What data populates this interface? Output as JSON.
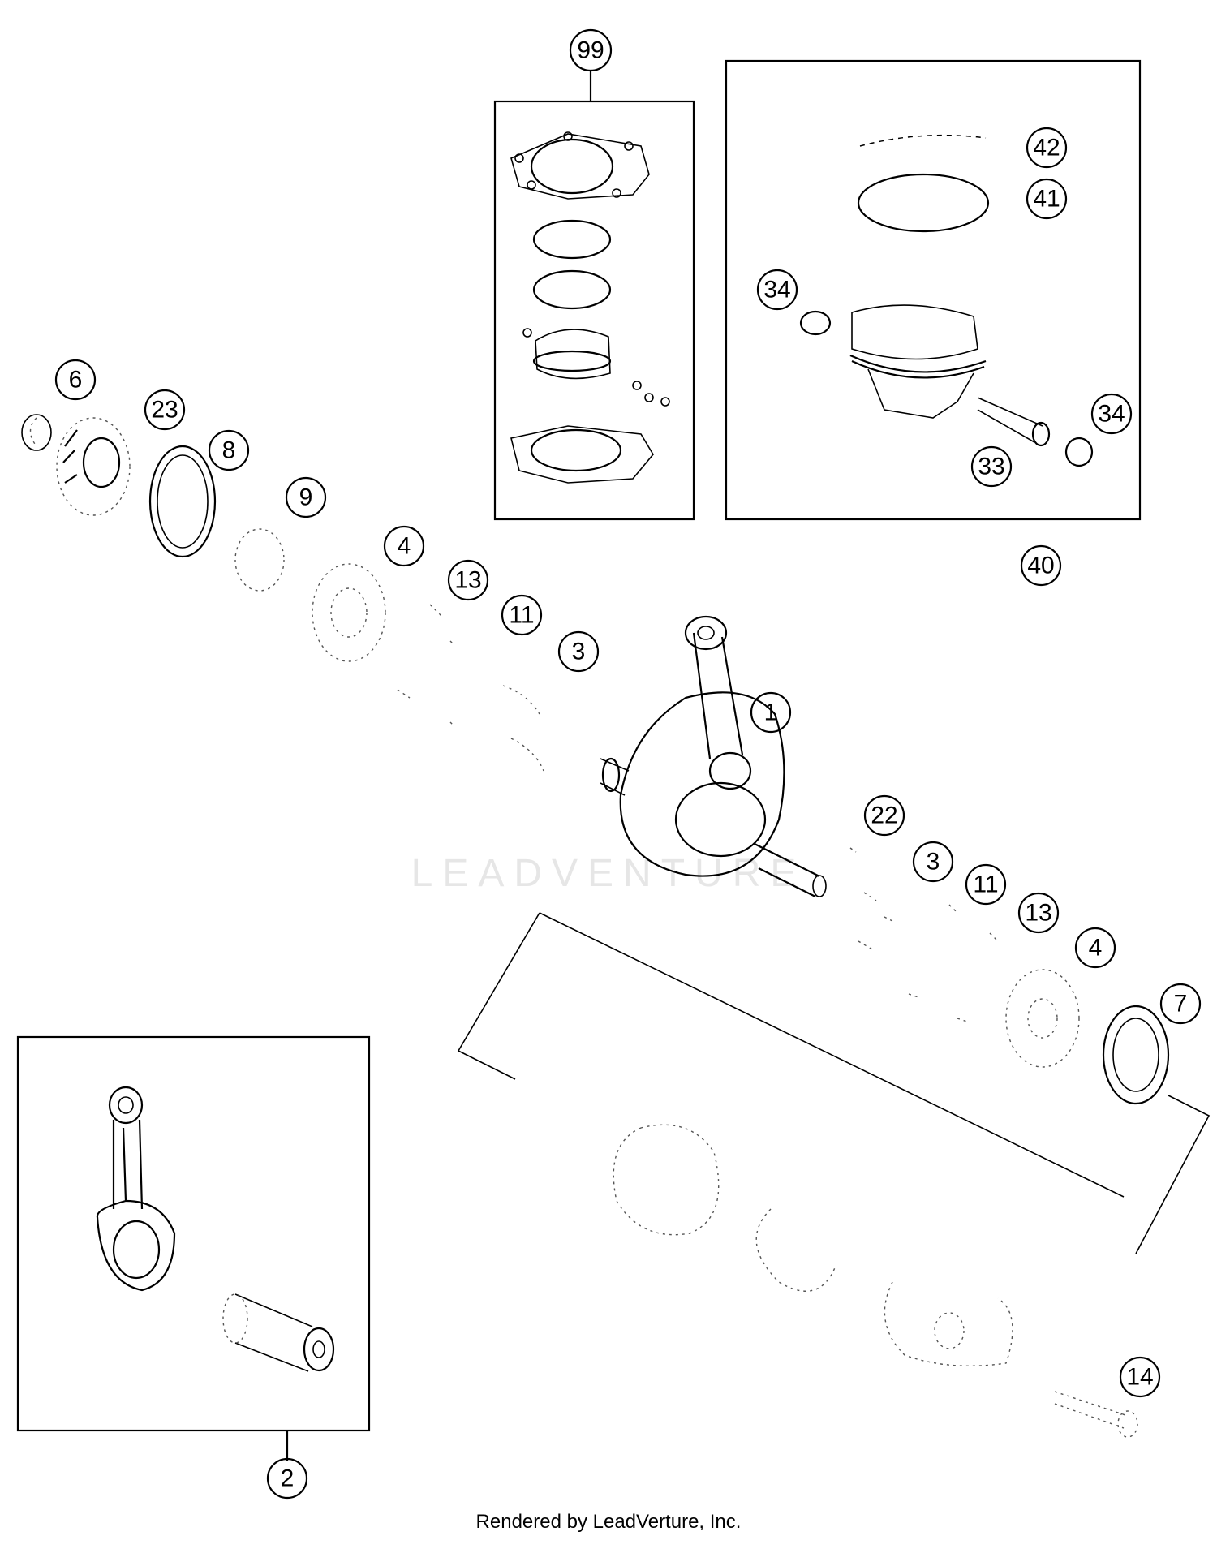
{
  "watermark": "LEADVENTURE",
  "footer": "Rendered by LeadVerture, Inc.",
  "callouts": [
    "99",
    "42",
    "41",
    "34",
    "34",
    "33",
    "40",
    "6",
    "23",
    "8",
    "9",
    "4",
    "13",
    "11",
    "3",
    "1",
    "22",
    "3",
    "11",
    "13",
    "4",
    "7",
    "14",
    "2"
  ]
}
